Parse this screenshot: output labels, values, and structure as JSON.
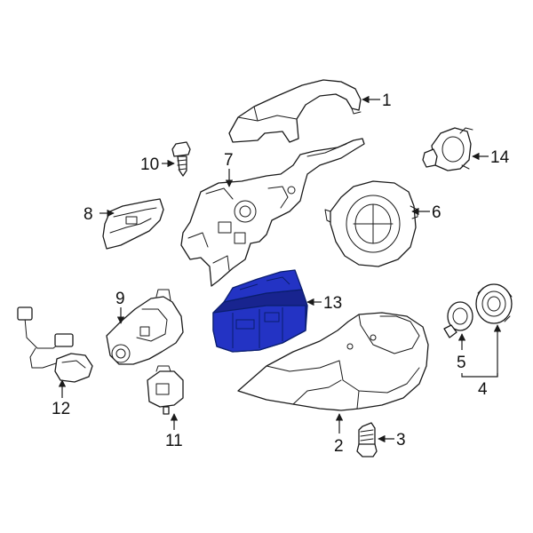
{
  "callouts": {
    "c1": "1",
    "c2": "2",
    "c3": "3",
    "c4": "4",
    "c5": "5",
    "c6": "6",
    "c7": "7",
    "c8": "8",
    "c9": "9",
    "c10": "10",
    "c11": "11",
    "c12": "12",
    "c13": "13",
    "c14": "14"
  },
  "colors": {
    "highlight_fill": "#2333c4",
    "highlight_shade": "#18248f",
    "line": "#1a1a1a",
    "background": "#ffffff"
  }
}
